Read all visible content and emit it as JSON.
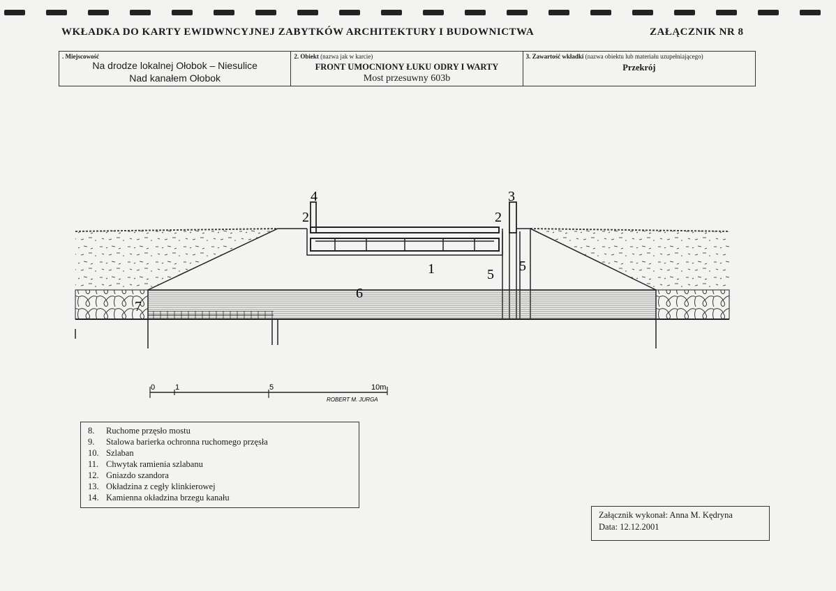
{
  "header": {
    "title": "WKŁADKA DO KARTY EWIDWNCYJNEJ ZABYTKÓW ARCHITEKTURY I BUDOWNICTWA",
    "annex": "ZAŁĄCZNIK NR 8"
  },
  "info": {
    "locality_label": ". Miejscowość",
    "locality_line1": "Na drodze lokalnej Ołobok – Niesulice",
    "locality_line2": "Nad kanałem Ołobok",
    "object_label": "2. Obiekt",
    "object_label_note": "(nazwa jak w karcie)",
    "object_name": "FRONT UMOCNIONY ŁUKU ODRY I WARTY",
    "object_sub": "Most przesuwny 603b",
    "content_label": "3. Zawartość wkładki",
    "content_label_note": "(nazwa obiektu lub materiału uzupełniającego)",
    "content_value": "Przekrój"
  },
  "drawing": {
    "labels": {
      "l1": "1",
      "l2a": "2",
      "l2b": "2",
      "l3": "3",
      "l4": "4",
      "l5a": "5",
      "l5b": "5",
      "l6": "6",
      "l7": "7"
    },
    "scale": {
      "t0": "0",
      "t1": "1",
      "t5": "5",
      "t10": "10m",
      "author": "ROBERT M. JURGA"
    }
  },
  "legend": {
    "items": [
      {
        "num": "8.",
        "text": "Ruchome przęsło mostu"
      },
      {
        "num": "9.",
        "text": "Stalowa barierka ochronna ruchomego przęsła"
      },
      {
        "num": "10.",
        "text": "Szlaban"
      },
      {
        "num": "11.",
        "text": "Chwytak ramienia szlabanu"
      },
      {
        "num": "12.",
        "text": "Gniazdo szandora"
      },
      {
        "num": "13.",
        "text": "Okładzina z cegły klinkierowej"
      },
      {
        "num": "14.",
        "text": "Kamienna okładzina brzegu kanału"
      }
    ]
  },
  "footer": {
    "author_line": "Załącznik wykonał: Anna M. Kędryna",
    "date_line": "Data: 12.12.2001"
  }
}
